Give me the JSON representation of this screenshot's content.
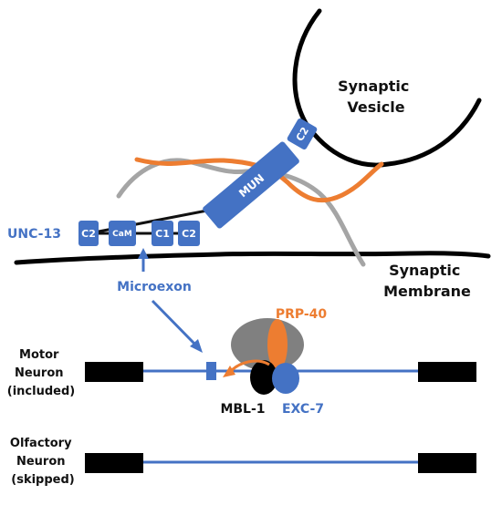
{
  "colors": {
    "blue": "#4472C4",
    "orange": "#ED7D31",
    "gray": "#A5A5A5",
    "dark_gray": "#7F7F7F",
    "black": "#000000"
  },
  "labels": {
    "synaptic_vesicle": [
      "Synaptic",
      "Vesicle"
    ],
    "synaptic_membrane": [
      "Synaptic",
      "Membrane"
    ],
    "unc13": "UNC-13",
    "microexon": "Microexon",
    "prp40": "PRP-40",
    "mbl1": "MBL-1",
    "exc7": "EXC-7",
    "motor_neuron": [
      "Motor",
      "Neuron",
      "(included)"
    ],
    "olfactory_neuron": [
      "Olfactory",
      "Neuron",
      "(skipped)"
    ]
  },
  "domains": {
    "c2_a": "C2",
    "cam": "CaM",
    "c1": "C1",
    "c2_b": "C2",
    "mun": "MUN",
    "c2_top": "C2"
  }
}
